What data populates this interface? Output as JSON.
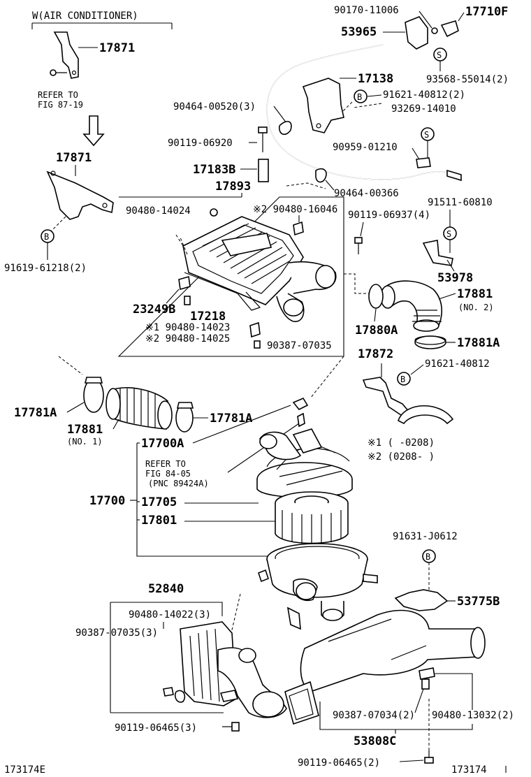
{
  "header": {
    "section": "W(AIR CONDITIONER)",
    "refer_1": "REFER TO",
    "refer_1_fig": "FIG 87-19",
    "refer_2": "REFER TO",
    "refer_2_fig": "FIG 84-05",
    "refer_2_pnc": "(PNC 89424A)"
  },
  "markers": {
    "b": "B",
    "s": "S"
  },
  "notes": {
    "n1": "※1 (      -0208)",
    "n2": "※2 (0208-      )"
  },
  "labels": {
    "p17871a": "17871",
    "p17871b": "17871",
    "p91619": "91619-61218(2)",
    "p90170": "90170-11006",
    "p17710f": "17710F",
    "p53965": "53965",
    "p17138": "17138",
    "p93568": "93568-55014(2)",
    "p91621a": "91621-40812(2)",
    "p93269": "93269-14010",
    "p90464a": "90464-00520(3)",
    "p90119a": "90119-06920",
    "p90959": "90959-01210",
    "p17183b": "17183B",
    "p17893": "17893",
    "p90464b": "90464-00366",
    "p90480a": "90480-14024",
    "p90480b": "※2 90480-16046",
    "p90119b": "90119-06937(4)",
    "p91511": "91511-60810",
    "p53978": "53978",
    "p17881a": "17881",
    "p17881a_no": "(NO. 2)",
    "p23249b": "23249B",
    "p17218": "17218",
    "p17880a": "17880A",
    "p17881A": "17881A",
    "p90480c": "※1 90480-14023",
    "p90480d": "※2 90480-14025",
    "p90387a": "90387-07035",
    "p17872": "17872",
    "p91621b": "91621-40812",
    "p17781a_l": "17781A",
    "p17881b": "17881",
    "p17881b_no": "(NO. 1)",
    "p17781a_r": "17781A",
    "p17700a": "17700A",
    "p17700": "17700",
    "p17705": "17705",
    "p17801": "17801",
    "p91631": "91631-J0612",
    "p52840": "52840",
    "p90480e": "90480-14022(3)",
    "p90387b": "90387-07035(3)",
    "p53775b": "53775B",
    "p90387c": "90387-07034(2)",
    "p90480f": "90480-13032(2)",
    "p90119c": "90119-06465(3)",
    "p53808c": "53808C",
    "p90119d": "90119-06465(2)",
    "footer_left": "173174E",
    "footer_right": "173174"
  }
}
